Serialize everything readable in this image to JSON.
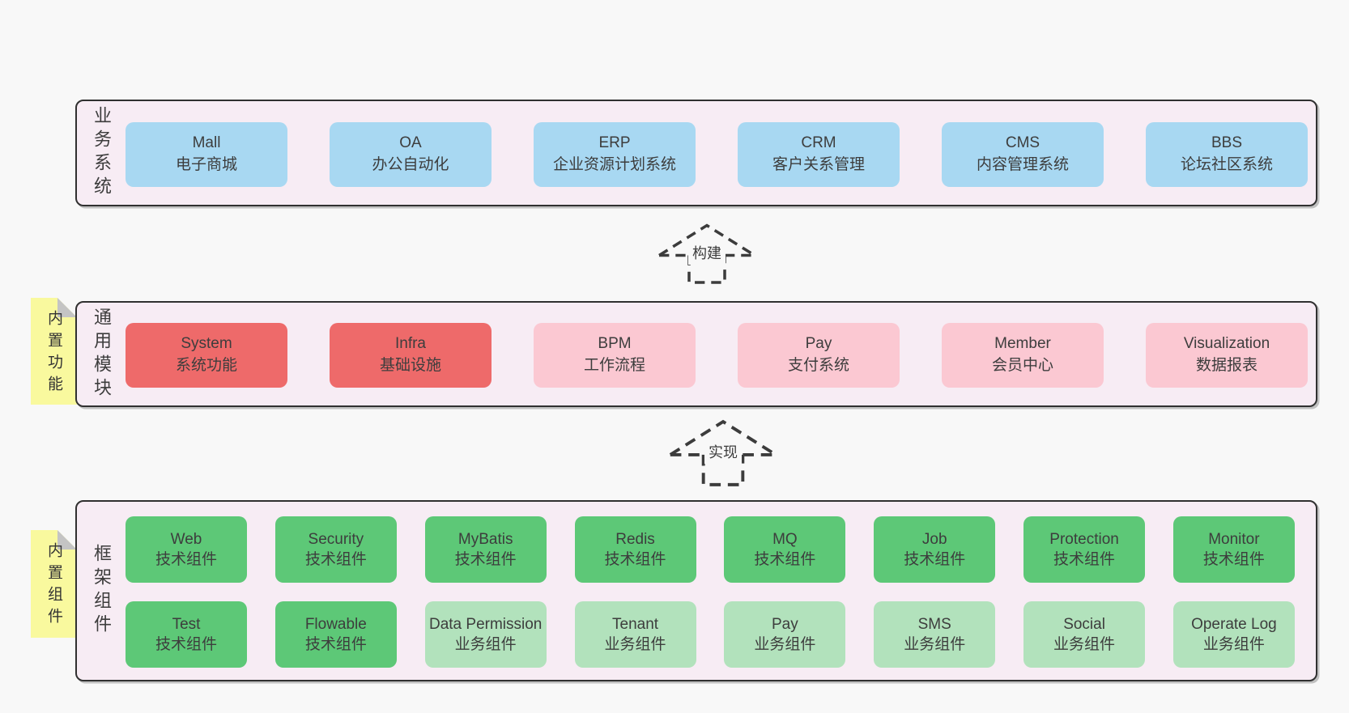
{
  "colors": {
    "page_bg": "#f8f8f8",
    "band_bg": "#f7ecf4",
    "band_border": "#303030",
    "blue": "#a8d8f2",
    "red": "#ee6a6a",
    "pink": "#fbc8d2",
    "green": "#5dc877",
    "light_green": "#b2e2bc",
    "yellow": "#f9f99e",
    "fold_grey": "#c4c4c4",
    "text": "#3d3d3d",
    "arrow": "#3c3c3c"
  },
  "bands": [
    {
      "label": "业务系统",
      "boxes": [
        {
          "title": "Mall",
          "subtitle": "电子商城",
          "variant": "blue"
        },
        {
          "title": "OA",
          "subtitle": "办公自动化",
          "variant": "blue"
        },
        {
          "title": "ERP",
          "subtitle": "企业资源计划系统",
          "variant": "blue"
        },
        {
          "title": "CRM",
          "subtitle": "客户关系管理",
          "variant": "blue"
        },
        {
          "title": "CMS",
          "subtitle": "内容管理系统",
          "variant": "blue"
        },
        {
          "title": "BBS",
          "subtitle": "论坛社区系统",
          "variant": "blue"
        }
      ]
    },
    {
      "label": "通用模块",
      "sticky": "内置功能",
      "boxes": [
        {
          "title": "System",
          "subtitle": "系统功能",
          "variant": "red"
        },
        {
          "title": "Infra",
          "subtitle": "基础设施",
          "variant": "red"
        },
        {
          "title": "BPM",
          "subtitle": "工作流程",
          "variant": "pink"
        },
        {
          "title": "Pay",
          "subtitle": "支付系统",
          "variant": "pink"
        },
        {
          "title": "Member",
          "subtitle": "会员中心",
          "variant": "pink"
        },
        {
          "title": "Visualization",
          "subtitle": "数据报表",
          "variant": "pink"
        }
      ]
    },
    {
      "label": "框架组件",
      "sticky": "内置组件",
      "rows": [
        [
          {
            "title": "Web",
            "subtitle": "技术组件",
            "variant": "green"
          },
          {
            "title": "Security",
            "subtitle": "技术组件",
            "variant": "green"
          },
          {
            "title": "MyBatis",
            "subtitle": "技术组件",
            "variant": "green"
          },
          {
            "title": "Redis",
            "subtitle": "技术组件",
            "variant": "green"
          },
          {
            "title": "MQ",
            "subtitle": "技术组件",
            "variant": "green"
          },
          {
            "title": "Job",
            "subtitle": "技术组件",
            "variant": "green"
          },
          {
            "title": "Protection",
            "subtitle": "技术组件",
            "variant": "green"
          },
          {
            "title": "Monitor",
            "subtitle": "技术组件",
            "variant": "green"
          }
        ],
        [
          {
            "title": "Test",
            "subtitle": "技术组件",
            "variant": "green"
          },
          {
            "title": "Flowable",
            "subtitle": "技术组件",
            "variant": "green"
          },
          {
            "title": "Data Permission",
            "subtitle": "业务组件",
            "variant": "light-green"
          },
          {
            "title": "Tenant",
            "subtitle": "业务组件",
            "variant": "light-green"
          },
          {
            "title": "Pay",
            "subtitle": "业务组件",
            "variant": "light-green"
          },
          {
            "title": "SMS",
            "subtitle": "业务组件",
            "variant": "light-green"
          },
          {
            "title": "Social",
            "subtitle": "业务组件",
            "variant": "light-green"
          },
          {
            "title": "Operate Log",
            "subtitle": "业务组件",
            "variant": "light-green"
          }
        ]
      ]
    }
  ],
  "arrows": [
    {
      "label": "构建"
    },
    {
      "label": "实现"
    }
  ]
}
